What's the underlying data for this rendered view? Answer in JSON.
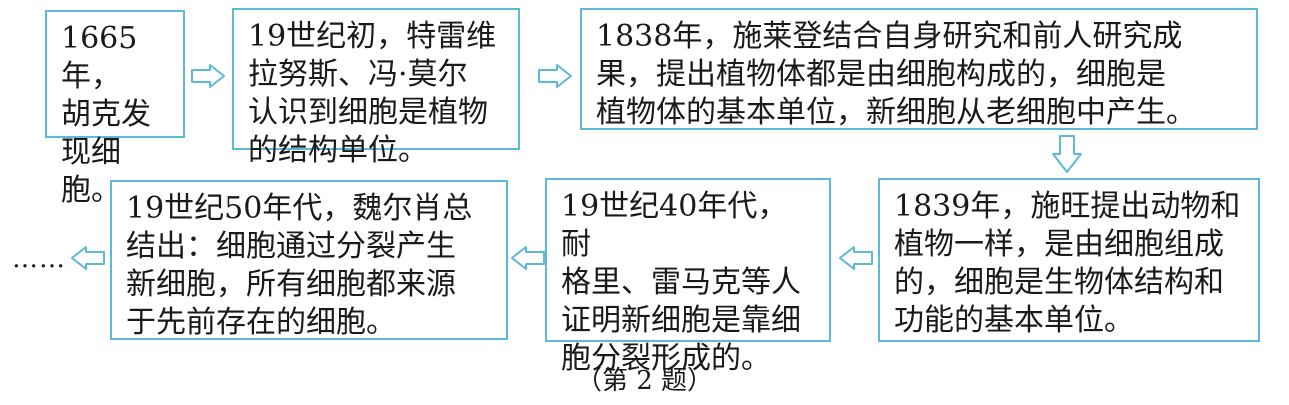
{
  "events": [
    {
      "text": "1665年，\n胡克发\n现细胞。"
    },
    {
      "text": "19世纪初，特雷维\n拉努斯、冯·莫尔\n认识到细胞是植物\n的结构单位。"
    },
    {
      "text": "1838年，施莱登结合自身研究和前人研究成\n果，提出植物体都是由细胞构成的，细胞是\n植物体的基本单位，新细胞从老细胞中产生。"
    },
    {
      "text": "1839年，施旺提出动物和\n植物一样，是由细胞组成\n的，细胞是生物体结构和\n功能的基本单位。"
    },
    {
      "text": "19世纪40年代，耐\n格里、雷马克等人\n证明新细胞是靠细\n胞分裂形成的。"
    },
    {
      "text": "19世纪50年代，魏尔肖总\n结出：细胞通过分裂产生\n新细胞，所有细胞都来源\n于先前存在的细胞。"
    }
  ],
  "ellipsis": "……",
  "caption": "（第 2 题）",
  "colors": {
    "border": "#5fb8d6",
    "arrow": "#5fb8d6"
  }
}
